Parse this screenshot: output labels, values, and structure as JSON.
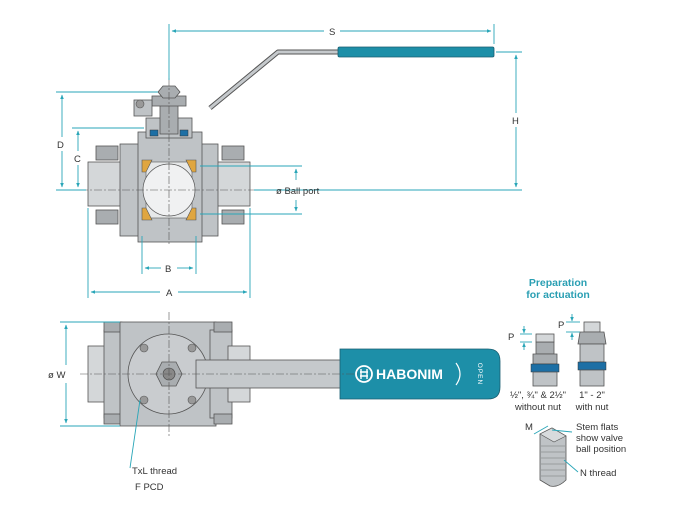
{
  "dimensions": {
    "s": "S",
    "h": "H",
    "d": "D",
    "c": "C",
    "b": "B",
    "a": "A",
    "ball_port": "ø Ball port",
    "w": "ø W"
  },
  "brand": {
    "name": "HABONIM",
    "open_label": "OPEN"
  },
  "thread_note": {
    "line1": "TxL thread",
    "line2": "F PCD"
  },
  "actuation": {
    "title_line1": "Preparation",
    "title_line2": "for actuation",
    "p_label": "P",
    "left_caption_line1": "½\", ¾\" & 2½\"",
    "left_caption_line2": "without nut",
    "right_caption_line1": "1\" - 2\"",
    "right_caption_line2": "with nut"
  },
  "stem": {
    "m_label": "M",
    "flats_line1": "Stem flats",
    "flats_line2": "show valve",
    "flats_line3": "ball position",
    "n_thread": "N thread"
  },
  "colors": {
    "accent": "#2aa6b8",
    "handle": "#1d8fa8",
    "seat": "#e0a640"
  }
}
